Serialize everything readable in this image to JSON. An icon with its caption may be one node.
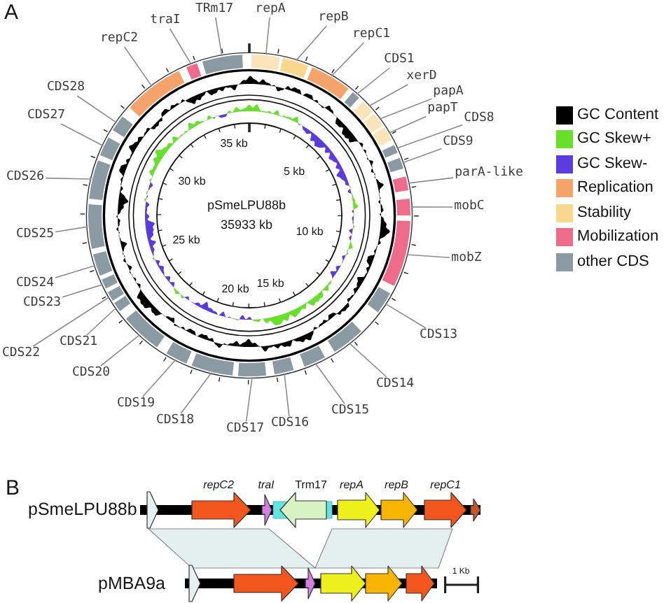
{
  "diagram": {
    "nodes": [
      {
        "text": [
          "repC2"
        ]
      },
      {
        "text": [
          "traI"
        ]
      },
      {
        "text": [
          "TRm17"
        ]
      },
      {
        "text": [
          "repA"
        ]
      },
      {
        "text": [
          "repB"
        ]
      },
      {
        "text": [
          "repC1"
        ]
      },
      {
        "text": [
          "CDS1"
        ]
      },
      {
        "text": [
          "xerD"
        ]
      },
      {
        "text": [
          "papA"
        ]
      },
      {
        "text": [
          "papT"
        ]
      },
      {
        "text": [
          "CDS8"
        ]
      },
      {
        "text": [
          "CDS9"
        ]
      },
      {
        "text": [
          "parA-like"
        ]
      },
      {
        "text": [
          "mobC"
        ]
      },
      {
        "text": [
          "mobZ"
        ]
      },
      {
        "text": [
          "CDS13"
        ]
      },
      {
        "text": [
          "CDS14"
        ]
      },
      {
        "text": [
          "CDS15"
        ]
      },
      {
        "text": [
          "CDS16"
        ]
      },
      {
        "text": [
          "CDS17"
        ]
      },
      {
        "text": [
          "CDS18"
        ]
      },
      {
        "text": [
          "CDS19"
        ]
      },
      {
        "text": [
          "CDS20"
        ]
      },
      {
        "text": [
          "CDS21"
        ]
      },
      {
        "text": [
          "CDS22"
        ]
      },
      {
        "text": [
          "CDS23"
        ]
      },
      {
        "text": [
          "CDS24"
        ]
      },
      {
        "text": [
          "CDS25"
        ]
      },
      {
        "text": [
          "CDS26"
        ]
      },
      {
        "text": [
          "CDS27"
        ]
      },
      {
        "text": [
          "CDS28"
        ]
      },
      {
        "text": [],
        "shape": "arc"
      },
      {
        "text": [],
        "shape": "arc"
      },
      {
        "text": [],
        "shape": "arc"
      },
      {
        "text": [],
        "shape": "arc"
      },
      {
        "text": [],
        "shape": "arc"
      },
      {
        "text": [],
        "shape": "arc"
      },
      {
        "text": [],
        "shape": "arc"
      },
      {
        "text": [],
        "shape": "arc"
      },
      {
        "text": [],
        "shape": "arc"
      },
      {
        "text": [],
        "shape": "arc"
      },
      {
        "text": [],
        "shape": "arc"
      },
      {
        "text": [],
        "shape": "arc"
      },
      {
        "text": [],
        "shape": "arc"
      },
      {
        "text": [],
        "shape": "arc"
      },
      {
        "text": [],
        "shape": "arc"
      },
      {
        "text": [],
        "shape": "arc"
      },
      {
        "text": [],
        "shape": "arc"
      },
      {
        "text": [],
        "shape": "arc"
      },
      {
        "text": [],
        "shape": "arc"
      },
      {
        "text": [],
        "shape": "arc"
      },
      {
        "text": [],
        "shape": "arc"
      },
      {
        "text": [],
        "shape": "arc"
      },
      {
        "text": [],
        "shape": "arc"
      },
      {
        "text": [],
        "shape": "arc"
      },
      {
        "text": [],
        "shape": "arc"
      },
      {
        "text": [],
        "shape": "arc"
      },
      {
        "text": [],
        "shape": "arc"
      },
      {
        "text": [],
        "shape": "arc"
      },
      {
        "text": [],
        "shape": "arc"
      },
      {
        "text": [],
        "shape": "arc"
      },
      {
        "text": [],
        "shape": "arc"
      },
      {
        "text": [],
        "shape": "arrow"
      },
      {
        "text": [],
        "shape": "arrow",
        "beside": [
          "repC2"
        ]
      },
      {
        "text": [],
        "shape": "arrow",
        "beside": [
          "traI"
        ]
      },
      {
        "text": [],
        "shape": "arrow",
        "beside": [
          "Trm17"
        ]
      },
      {
        "text": [],
        "shape": "arrow",
        "beside": [
          "repA"
        ]
      },
      {
        "text": [],
        "shape": "arrow",
        "beside": [
          "repB"
        ]
      },
      {
        "text": [],
        "shape": "arrow",
        "beside": [
          "repC1"
        ]
      },
      {
        "text": [],
        "shape": "arrow"
      },
      {
        "text": [],
        "shape": "band"
      },
      {
        "text": [],
        "shape": "band"
      },
      {
        "text": [],
        "shape": "arrow"
      },
      {
        "text": [],
        "shape": "arrow"
      },
      {
        "text": [],
        "shape": "arrow"
      },
      {
        "text": [],
        "shape": "arrow"
      },
      {
        "text": [],
        "shape": "arrow"
      },
      {
        "text": [],
        "shape": "arrow"
      }
    ],
    "edges": [
      {
        "from": 0,
        "to": 31,
        "arrow": "none"
      },
      {
        "from": 1,
        "to": 32,
        "arrow": "none"
      },
      {
        "from": 2,
        "to": 33,
        "arrow": "none"
      },
      {
        "from": 3,
        "to": 34,
        "arrow": "none"
      },
      {
        "from": 4,
        "to": 35,
        "arrow": "none"
      },
      {
        "from": 5,
        "to": 36,
        "arrow": "none"
      },
      {
        "from": 6,
        "to": 37,
        "arrow": "none"
      },
      {
        "from": 7,
        "to": 38,
        "arrow": "none"
      },
      {
        "from": 8,
        "to": 39,
        "arrow": "none"
      },
      {
        "from": 9,
        "to": 40,
        "arrow": "none"
      },
      {
        "from": 10,
        "to": 41,
        "arrow": "none"
      },
      {
        "from": 11,
        "to": 42,
        "arrow": "none"
      },
      {
        "from": 12,
        "to": 43,
        "arrow": "none"
      },
      {
        "from": 13,
        "to": 44,
        "arrow": "none"
      },
      {
        "from": 14,
        "to": 45,
        "arrow": "none"
      },
      {
        "from": 15,
        "to": 46,
        "arrow": "none"
      },
      {
        "from": 16,
        "to": 47,
        "arrow": "none"
      },
      {
        "from": 17,
        "to": 48,
        "arrow": "none"
      },
      {
        "from": 18,
        "to": 49,
        "arrow": "none"
      },
      {
        "from": 19,
        "to": 50,
        "arrow": "none"
      },
      {
        "from": 20,
        "to": 51,
        "arrow": "none"
      },
      {
        "from": 21,
        "to": 52,
        "arrow": "none"
      },
      {
        "from": 22,
        "to": 53,
        "arrow": "none"
      },
      {
        "from": 23,
        "to": 54,
        "arrow": "none"
      },
      {
        "from": 24,
        "to": 55,
        "arrow": "none"
      },
      {
        "from": 25,
        "to": 56,
        "arrow": "none"
      },
      {
        "from": 26,
        "to": 57,
        "arrow": "none"
      },
      {
        "from": 27,
        "to": 58,
        "arrow": "none"
      },
      {
        "from": 28,
        "to": 59,
        "arrow": "none"
      },
      {
        "from": 29,
        "to": 60,
        "arrow": "none"
      },
      {
        "from": 30,
        "to": 61,
        "arrow": "none"
      }
    ],
    "labels": [
      "A",
      "35 kb",
      "5 kb",
      "10 kb",
      "15 kb",
      "20 kb",
      "25 kb",
      "30 kb",
      "pSmeLPU88b",
      "35933 kb",
      "B",
      "pSmeLPU88b",
      "pMBA9a",
      "1 Kb"
    ],
    "legend": [
      {
        "text": "GC Content",
        "color": "#000000"
      },
      {
        "text": "GC Skew+",
        "color": "#66e02a"
      },
      {
        "text": "GC Skew-",
        "color": "#5b3ae0"
      },
      {
        "text": "Replication",
        "color": "#f4a36b"
      },
      {
        "text": "Stability",
        "color": "#f9d78e"
      },
      {
        "text": "Mobilization",
        "color": "#ef6b8a"
      },
      {
        "text": "other CDS",
        "color": "#8a9aa2"
      }
    ]
  }
}
